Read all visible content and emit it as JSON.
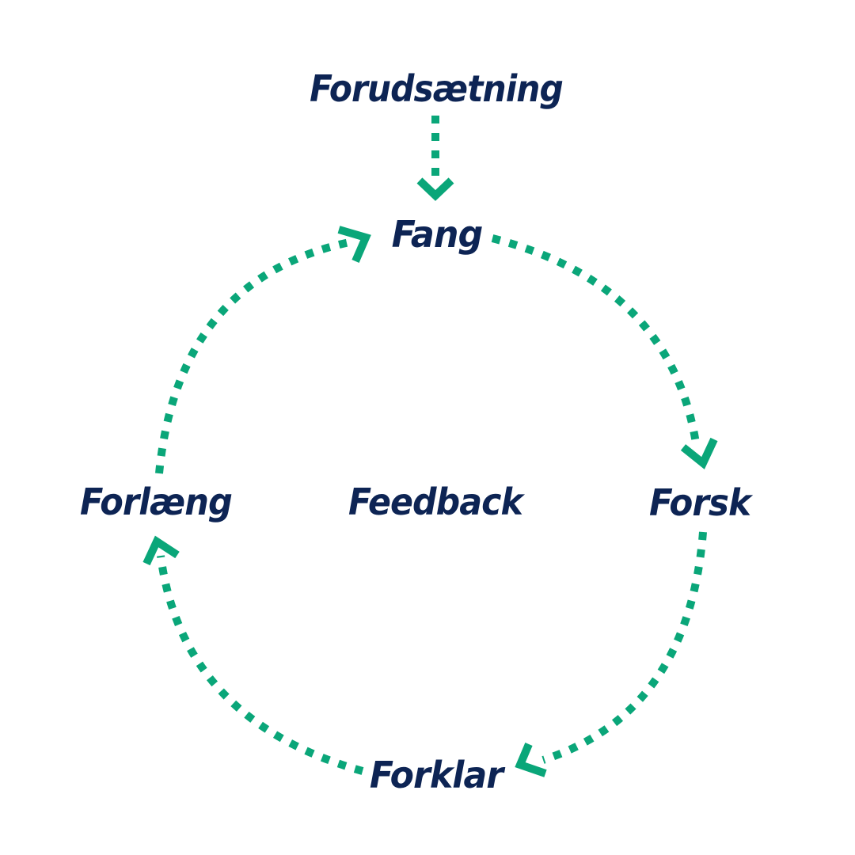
{
  "colors": {
    "text": "#0d2454",
    "accent": "#0aa679",
    "background": "#ffffff"
  },
  "diagram": {
    "precondition": "Forudsætning",
    "center": "Feedback",
    "steps": [
      {
        "id": "fang",
        "label": "Fang"
      },
      {
        "id": "forsk",
        "label": "Forsk"
      },
      {
        "id": "forklar",
        "label": "Forklar"
      },
      {
        "id": "forlaeng",
        "label": "Forlæng"
      }
    ]
  }
}
